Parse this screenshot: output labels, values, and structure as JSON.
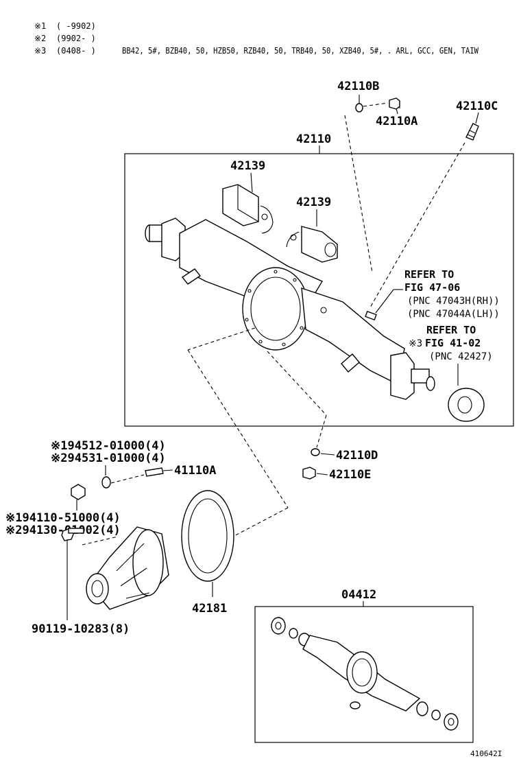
{
  "notes": [
    {
      "mark": "※1",
      "range": "(       -9902)",
      "models": ""
    },
    {
      "mark": "※2",
      "range": "(9902-       )",
      "models": ""
    },
    {
      "mark": "※3",
      "range": "(0408-       )",
      "models": "BB42, 5#, BZB40, 50, HZB50, RZB40, 50, TRB40, 50, XZB40, 5#, . ARL, GCC, GEN, TAIW"
    }
  ],
  "parts": {
    "p42110B": "42110B",
    "p42110A": "42110A",
    "p42110C": "42110C",
    "p42110": "42110",
    "p42139_a": "42139",
    "p42139_b": "42139",
    "p42110D": "42110D",
    "p42110E": "42110E",
    "p41110A": "41110A",
    "p42181": "42181",
    "p04412": "04412",
    "p90119": "90119-10283(8)",
    "washer_1": "※194512-01000(4)",
    "washer_2": "※294531-01000(4)",
    "nut_1": "※194110-51000(4)",
    "nut_2": "※294130-01002(4)"
  },
  "references": {
    "ref1_line1": "REFER TO",
    "ref1_line2": "FIG 47-06",
    "ref1_line3": "(PNC 47043H(RH))",
    "ref1_line4": "(PNC 47044A(LH))",
    "ref2_line1": "REFER TO",
    "ref2_mark": "※3",
    "ref2_line2": "FIG 41-02",
    "ref2_line3": "(PNC 42427)"
  },
  "figure_id": "410642I"
}
